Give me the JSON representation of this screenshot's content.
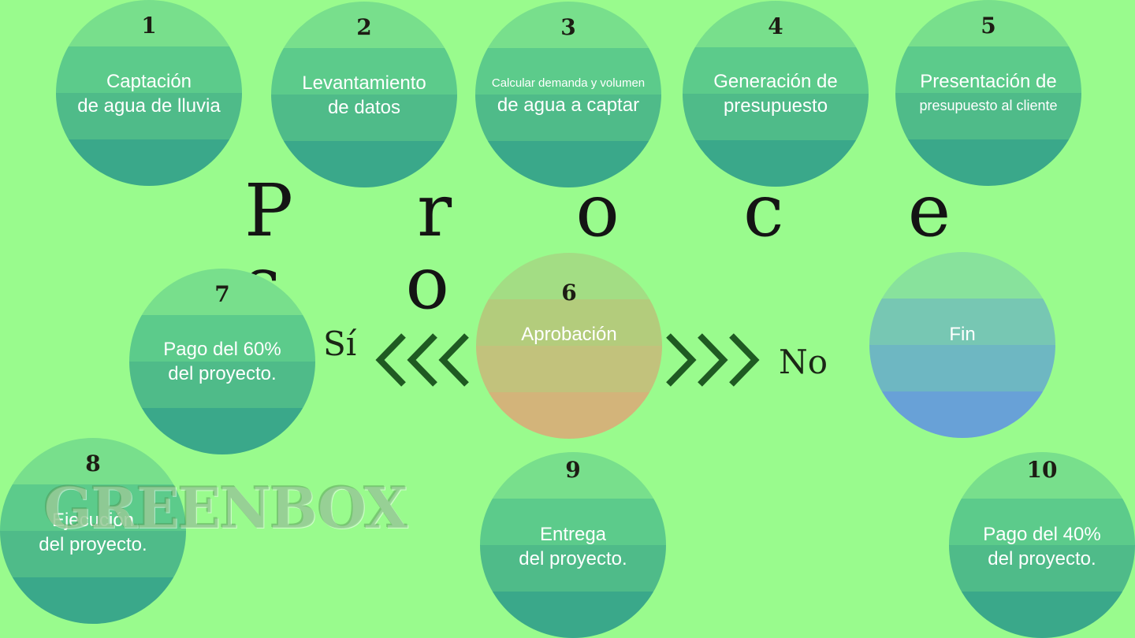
{
  "title": "P r o c e s o",
  "steps": [
    {
      "num": "1",
      "lines": [
        "Captación",
        "de agua de lluvia"
      ]
    },
    {
      "num": "2",
      "lines": [
        "Levantamiento",
        "de datos"
      ]
    },
    {
      "num": "3",
      "lines": [
        "Calcular demanda y volumen",
        "de agua a captar"
      ]
    },
    {
      "num": "4",
      "lines": [
        "Generación de",
        "presupuesto"
      ]
    },
    {
      "num": "5",
      "lines": [
        "Presentación de",
        "presupuesto al cliente"
      ]
    },
    {
      "num": "6",
      "lines": [
        "Aprobación"
      ]
    },
    {
      "num": "7",
      "lines": [
        "Pago del 60%",
        "del proyecto."
      ]
    },
    {
      "num": "8",
      "lines": [
        "Ejecución",
        "del proyecto."
      ]
    },
    {
      "num": "9",
      "lines": [
        "Entrega",
        "del proyecto."
      ]
    },
    {
      "num": "10",
      "lines": [
        "Pago del 40%",
        "del proyecto."
      ]
    }
  ],
  "end": {
    "lines": [
      "Fin"
    ]
  },
  "branch_yes": "Sí",
  "branch_no": "No",
  "watermark": "GREENBOX",
  "colors": {
    "background": "#99fb8d",
    "circle_green": "#4fbb89",
    "circle_orange": "#c2c27c",
    "circle_blue": "#6eb7c2",
    "chevron": "#1f5a22"
  },
  "icons": [
    "chevron-left-icon",
    "chevron-right-icon"
  ]
}
